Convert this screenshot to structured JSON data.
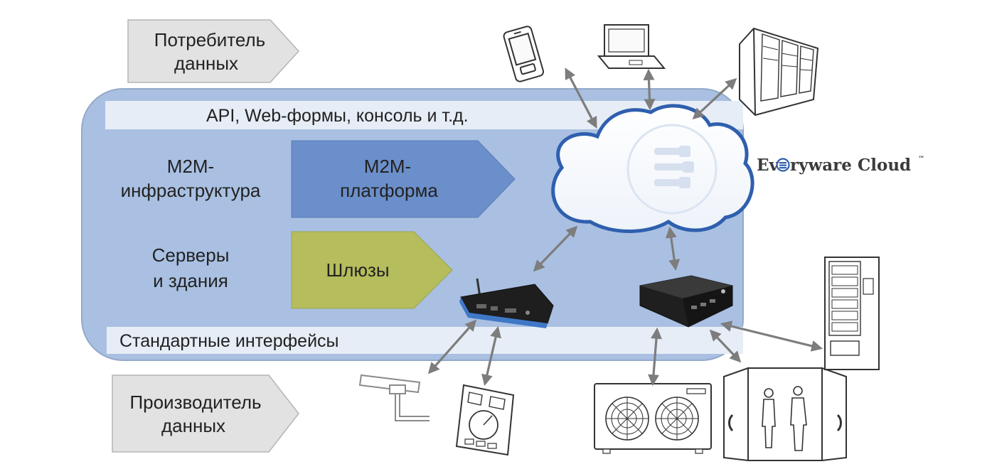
{
  "consumer": {
    "line1": "Потребитель",
    "line2": "данных"
  },
  "producer": {
    "line1": "Производитель",
    "line2": "данных"
  },
  "api_bar": {
    "label": "API, Web-формы, консоль и т.д."
  },
  "std_bar": {
    "label": "Стандартные интерфейсы"
  },
  "infra": {
    "line1": "M2M-",
    "line2": "инфраструктура"
  },
  "platform": {
    "line1": "M2M-",
    "line2": "платформа"
  },
  "servers": {
    "line1": "Серверы",
    "line2": "и здания"
  },
  "gateways": {
    "label": "Шлюзы"
  },
  "brand": {
    "prefix": "Ev",
    "suffix": "ryware Cloud",
    "tm": "™"
  },
  "colors": {
    "panel": "#a9c0e2",
    "panel_border": "#93a9c9",
    "bar": "#e6edf6",
    "platform": "#6b8fca",
    "gateway": "#b5bd5c",
    "gray_arrow": "#e2e2e2",
    "connector": "#8a8a8a"
  }
}
